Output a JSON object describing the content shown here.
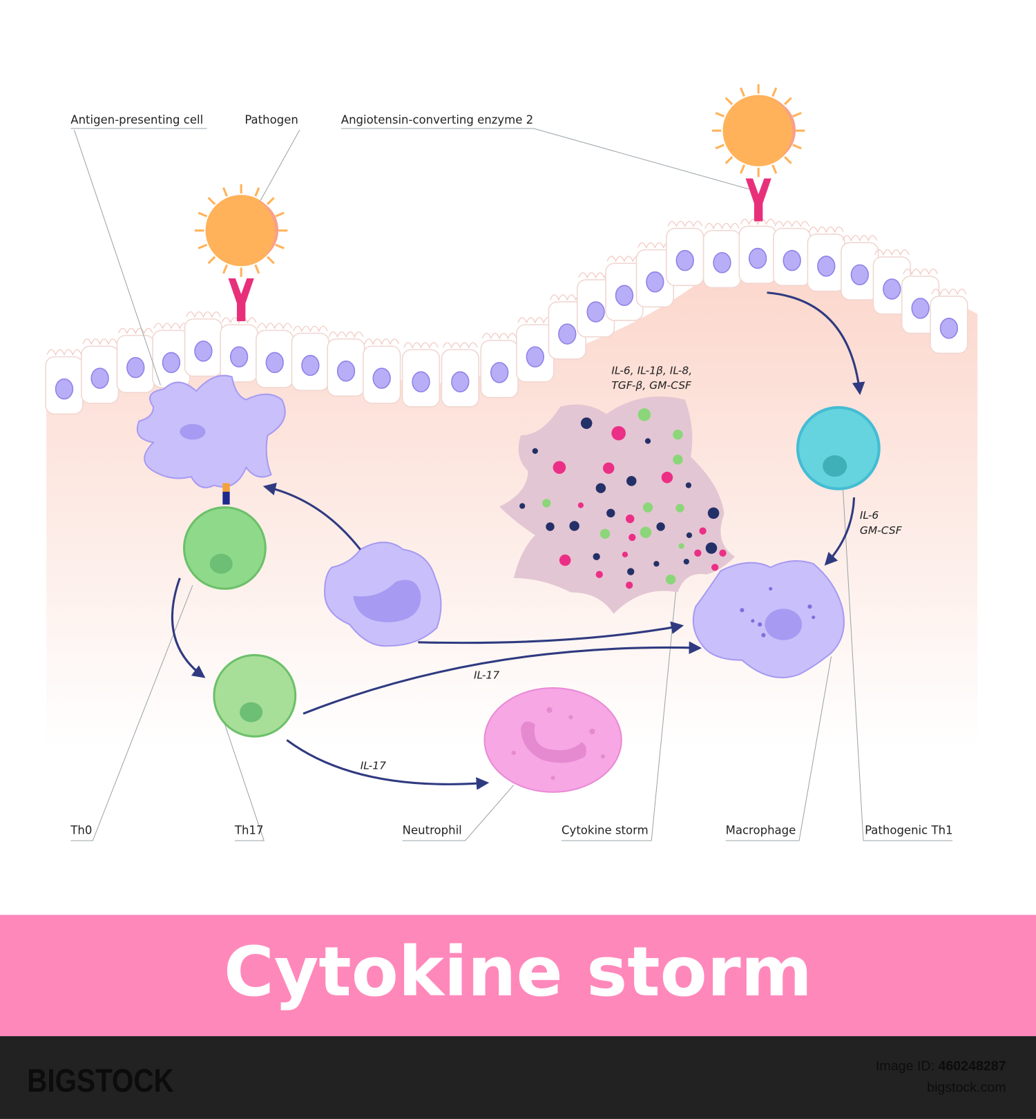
{
  "title": "Cytokine storm",
  "labels_top": {
    "apc": "Antigen-presenting cell",
    "pathogen": "Pathogen",
    "ace2": "Angiotensin-converting enzyme 2"
  },
  "labels_bottom": {
    "th0": "Th0",
    "th17": "Th17",
    "neutrophil": "Neutrophil",
    "cytokine_storm": "Cytokine storm",
    "macrophage": "Macrophage",
    "pathogenic_th1": "Pathogenic Th1"
  },
  "cytokines": {
    "storm_line1": "IL-6, IL-1β, IL-8,",
    "storm_line2": "TGF-β, GM-CSF",
    "th1_line1": "IL-6",
    "th1_line2": "GM-CSF",
    "il17_a": "IL-17",
    "il17_b": "IL-17"
  },
  "footer": {
    "logo": "BIGSTOCK",
    "image_id_label": "Image ID:",
    "image_id": "460248287",
    "site": "bigstock.com"
  },
  "colors": {
    "banner": "#ff88bb",
    "footer": "#222222",
    "arrow": "#2f3a80",
    "pathogen": "#ffb25a",
    "receptor": "#e8307a"
  }
}
